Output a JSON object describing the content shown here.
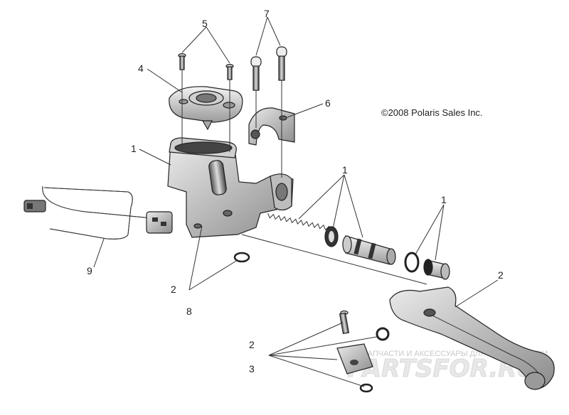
{
  "copyright": "©2008 Polaris Sales Inc.",
  "callouts": {
    "c1a": "1",
    "c1b": "1",
    "c1c": "1",
    "c2a": "2",
    "c2b": "2",
    "c2c": "2",
    "c3": "3",
    "c4": "4",
    "c5": "5",
    "c6": "6",
    "c7": "7",
    "c8": "8",
    "c9": "9"
  },
  "watermark": {
    "tagline": "ЗАПЧАСТИ И АКСЕССУАРЫ ДЛЯ МОТОТЕХНИКИ",
    "logo": "PARTSFOR.RU"
  }
}
